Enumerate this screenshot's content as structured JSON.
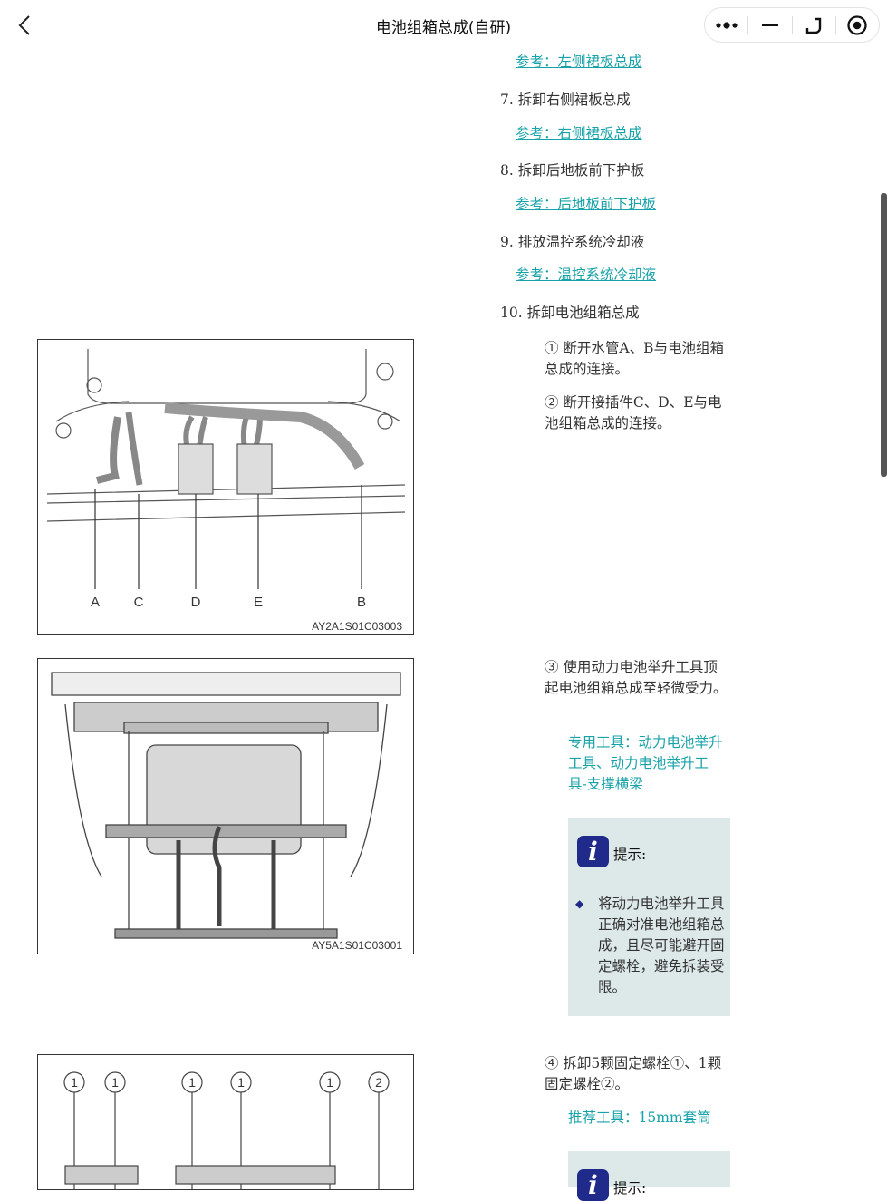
{
  "header": {
    "title": "电池组箱总成(自研)",
    "icons": [
      "back-icon",
      "more-icon",
      "minimize-icon",
      "restore-icon",
      "close-target-icon"
    ]
  },
  "steps": [
    {
      "ref": "参考：左侧裙板总成"
    },
    {
      "label": "7. 拆卸右侧裙板总成",
      "ref": "参考：右侧裙板总成"
    },
    {
      "label": "8. 拆卸后地板前下护板",
      "ref": "参考：后地板前下护板"
    },
    {
      "label": "9. 排放温控系统冷却液",
      "ref": "参考：温控系统冷却液"
    },
    {
      "label": "10. 拆卸电池组箱总成"
    }
  ],
  "substeps": {
    "s1": "① 断开水管A、B与电池组箱总成的连接。",
    "s2": "② 断开接插件C、D、E与电池组箱总成的连接。",
    "s3": "③ 使用动力电池举升工具顶起电池组箱总成至轻微受力。",
    "s3_tool": "专用工具：动力电池举升工具、动力电池举升工具-支撑横梁",
    "s4": "④ 拆卸5颗固定螺栓①、1颗固定螺栓②。",
    "s4_tool": "推荐工具：15mm套筒"
  },
  "notes": [
    {
      "title": "提示:",
      "bullet": "◆",
      "text": "将动力电池举升工具正确对准电池组箱总成，且尽可能避开固定螺栓，避免拆装受限。"
    },
    {
      "title": "提示:"
    }
  ],
  "figures": [
    {
      "code": "AY2A1S01C03003",
      "labels": [
        "A",
        "C",
        "D",
        "E",
        "B"
      ]
    },
    {
      "code": "AY5A1S01C03001"
    },
    {
      "labels": [
        "1",
        "1",
        "1",
        "1",
        "1",
        "2"
      ]
    }
  ]
}
